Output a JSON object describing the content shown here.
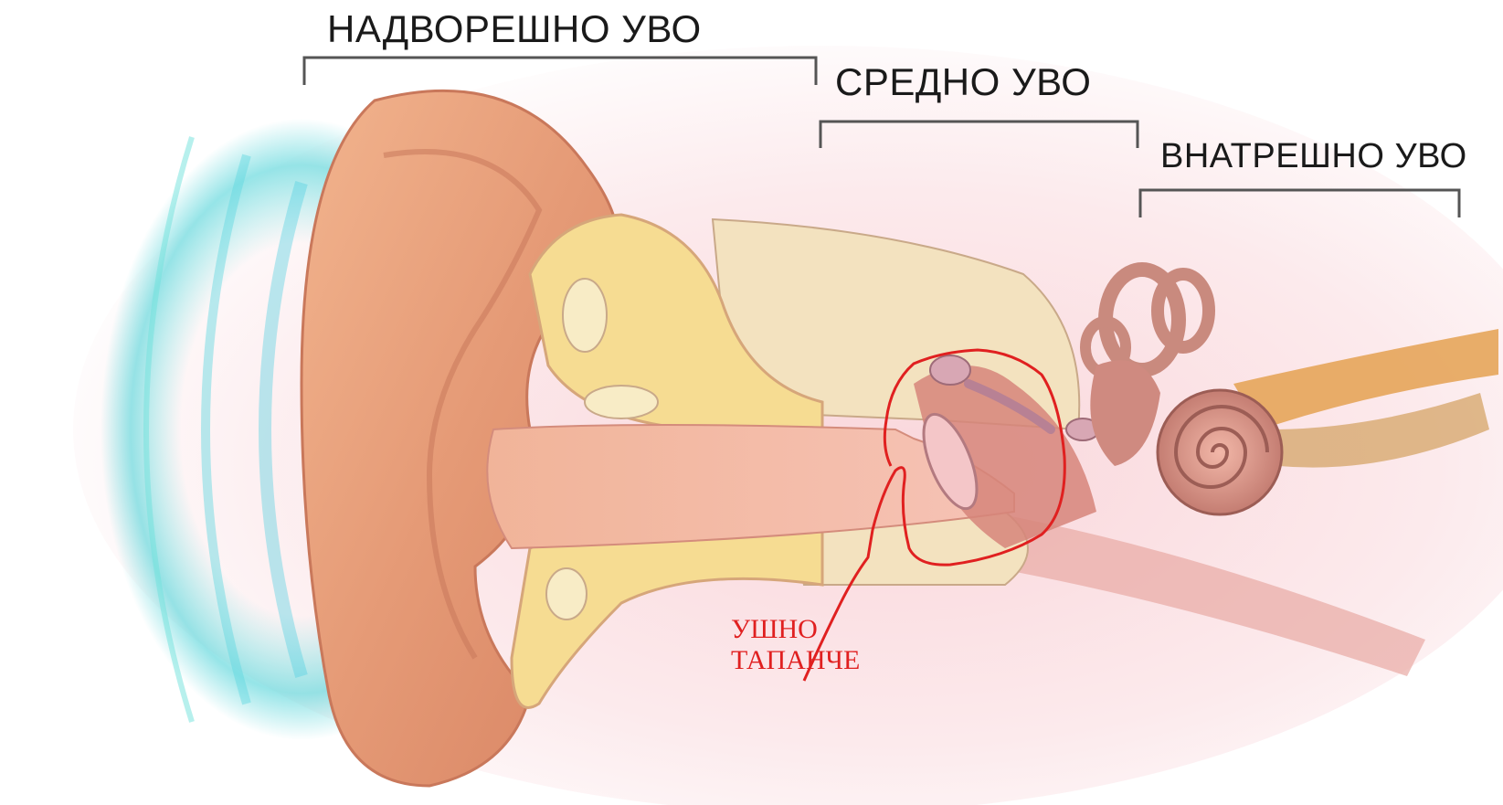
{
  "labels": {
    "outer_ear": "НАДВОРЕШНО УВО",
    "middle_ear": "СРЕДНО УВО",
    "inner_ear": "ВНАТРЕШНО УВО",
    "eardrum_line1": "УШНО",
    "eardrum_line2": "ТАПАНЧЕ"
  },
  "colors": {
    "annotation_red": "#e02020",
    "bracket": "#555555",
    "skin": "#e9a27f",
    "bone": "#f3dfa6",
    "sound_wave": "#4fd3d8"
  },
  "icons": [
    "ear-anatomy-illustration",
    "sound-wave-icon",
    "cochlea-icon"
  ]
}
